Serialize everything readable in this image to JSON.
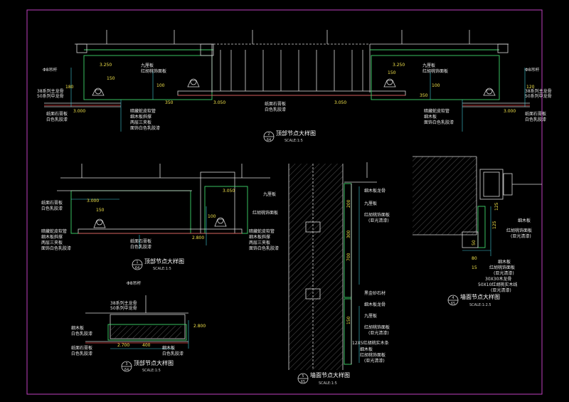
{
  "drawing": {
    "detail_2": {
      "number": "2",
      "sheet": "64",
      "title": "顶部节点大样图",
      "scale": "SCALE:1:5",
      "labels_left": [
        "Φ8吊杆",
        "38系列主龙骨",
        "50系列中龙骨",
        "纸面石膏板",
        "白色乳胶漆"
      ],
      "labels_mid": [
        "九厘板",
        "红胡桃饰面板",
        "暗藏蛇皮软管",
        "细木板斜撑",
        "两层三夹板",
        "面饰白色乳胶漆",
        "纸面石膏板",
        "白色乳胶漆"
      ],
      "labels_right": [
        "九厘板",
        "红胡桃饰面板",
        "暗藏蛇皮软管",
        "细木板",
        "面饰白色乳胶漆",
        "Φ8吊杆",
        "38系列主龙骨",
        "50系列中龙骨",
        "纸面石膏板",
        "白色乳胶漆"
      ],
      "dims": [
        "3.250",
        "150",
        "100",
        "3.050",
        "3.000",
        "350",
        "3.250",
        "150",
        "100",
        "350",
        "3.050",
        "3.000",
        "180",
        "120"
      ]
    },
    "detail_1": {
      "number": "1",
      "sheet": "64",
      "title": "顶部节点大样图",
      "scale": "SCALE:1:5",
      "labels_left": [
        "纸面石膏板",
        "白色乳胶漆",
        "暗藏蛇皮软管",
        "细木板斜撑",
        "两层三夹板",
        "面饰白色乳胶漆"
      ],
      "labels_right": [
        "九厘板",
        "红胡桃饰面板",
        "暗藏蛇皮软管",
        "细木板斜撑",
        "两层三夹板",
        "面饰白色乳胶漆"
      ],
      "labels_bottom": [
        "纸面石膏板",
        "白色乳胶漆"
      ],
      "dims": [
        "3.000",
        "150",
        "3.050",
        "2.800",
        "100"
      ]
    },
    "detail_3": {
      "number": "3",
      "sheet": "64",
      "title": "顶部节点大样图",
      "scale": "SCALE:1:5",
      "labels_top": [
        "Φ8吊杆",
        "38系列主龙骨",
        "50系列中龙骨"
      ],
      "labels_left": [
        "细木板",
        "白色乳胶漆",
        "纸面石膏板",
        "白色乳胶漆"
      ],
      "labels_bottom": [
        "细木板",
        "白色乳胶漆"
      ],
      "dims": [
        "2.800",
        "2.700",
        "400"
      ]
    },
    "detail_5": {
      "number": "5",
      "sheet": "65",
      "title": "墙面节点大样图",
      "scale": "SCALE:1:5",
      "labels": [
        "细木板龙骨",
        "九厘板",
        "红胡桃饰面板",
        "(亚光清漆)",
        "黑金砂石材",
        "细木板龙骨",
        "九厘板",
        "红胡桃饰面板",
        "(亚光清漆)",
        "12X5红胡桃实木条",
        "细木板",
        "红胡桃饰面板",
        "(亚光清漆)"
      ],
      "dims": [
        "200",
        "300",
        "700",
        "150"
      ]
    },
    "detail_4": {
      "number": "4",
      "sheet": "65",
      "title": "墙面节点大样图",
      "scale": "SCALE:1:2.5",
      "labels": [
        "细木板",
        "红胡桃饰面板",
        "(亚光清漆)",
        "细木板",
        "红胡桃饰面板",
        "(亚光清漆)",
        "30X30木龙骨",
        "50X10红胡桃实木线",
        "(亚光清漆)"
      ],
      "dims": [
        "125",
        "50",
        "80",
        "15",
        "125"
      ]
    }
  }
}
